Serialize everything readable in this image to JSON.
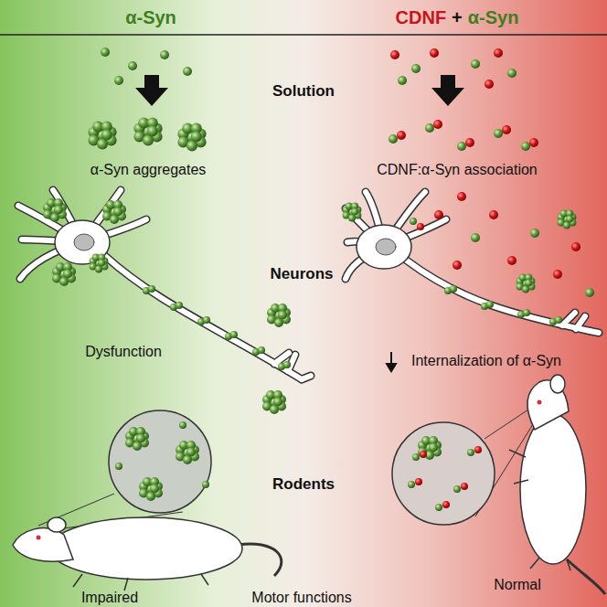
{
  "diagram": {
    "labels": [
      "α-Syn",
      "CDNF",
      "+",
      "α-Syn",
      "Solution",
      "α-Syn aggregates",
      "CDNF:α-Syn association",
      "Neurons",
      "Dysfunction",
      "Internalization of α-Syn",
      "Rodents",
      "Impaired",
      "Normal",
      "Motor functions"
    ]
  }
}
